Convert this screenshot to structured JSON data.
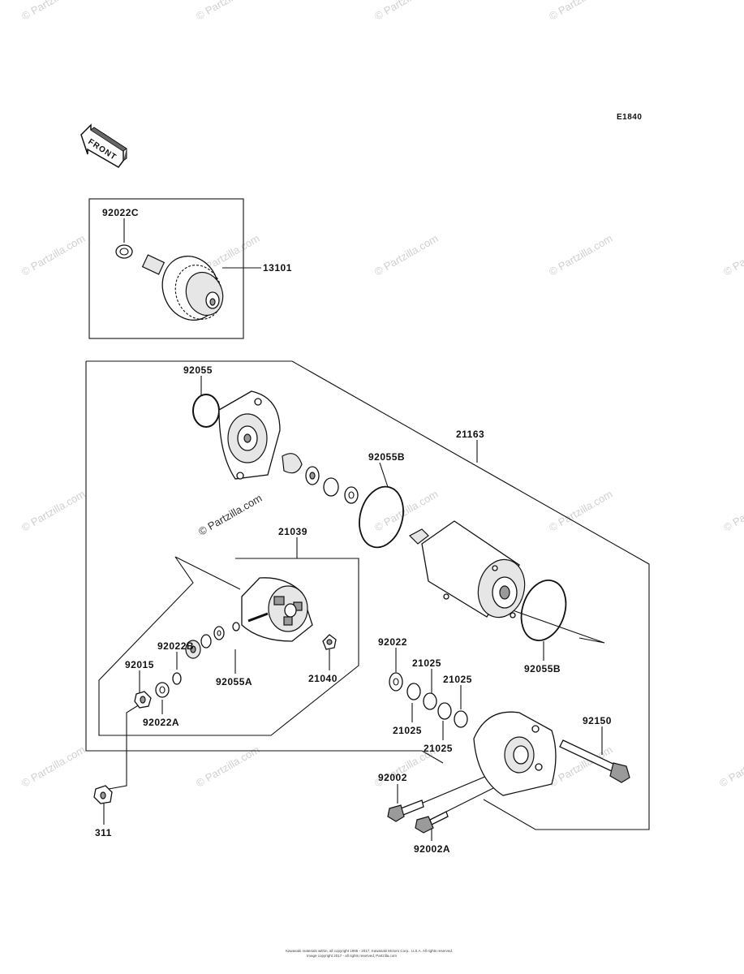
{
  "diagram": {
    "code": "E1840",
    "front_label": "FRONT",
    "watermark": "© Partzilla.com",
    "footer_lines": [
      "Kawasaki materials within, all copyright 1995 - 2017, Kawasaki Motors Corp., U.S.A. All rights reserved.",
      "Image copyright 2017 - all rights reserved, Partzilla.com"
    ],
    "part_labels": [
      "92022C",
      "13101",
      "92055",
      "21163",
      "92055B",
      "21039",
      "92022B",
      "92015",
      "92055A",
      "21040",
      "92022A",
      "92022",
      "21025",
      "21025",
      "21025",
      "21025",
      "92055B",
      "92150",
      "92002",
      "92002A",
      "311"
    ]
  }
}
